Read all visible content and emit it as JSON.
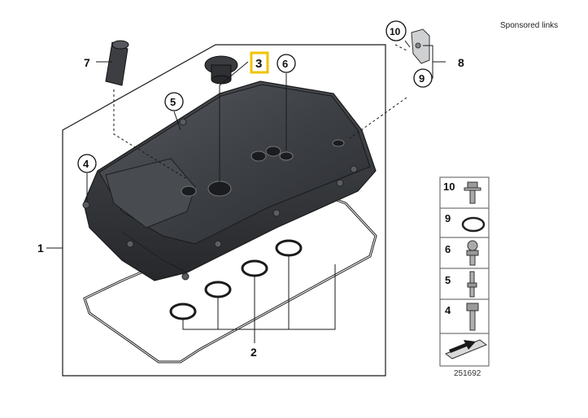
{
  "header": {
    "sponsored_links": "Sponsored links"
  },
  "callouts": {
    "c1": "1",
    "c2": "2",
    "c3": "3",
    "c4": "4",
    "c5": "5",
    "c6": "6",
    "c7": "7",
    "c8": "8",
    "c9": "9",
    "c10": "10"
  },
  "legend": {
    "rows": [
      {
        "label": "10",
        "icon": "bolt-with-washer-icon"
      },
      {
        "label": "9",
        "icon": "o-ring-icon"
      },
      {
        "label": "6",
        "icon": "ball-stud-icon"
      },
      {
        "label": "5",
        "icon": "stud-bolt-icon"
      },
      {
        "label": "4",
        "icon": "hex-bolt-icon"
      }
    ],
    "direction_icon": "arrow-plate-icon"
  },
  "diagram_id": "251692",
  "colors": {
    "highlight": "#f2c200",
    "cover": "#3b3d42",
    "line": "#1a1a1a"
  }
}
